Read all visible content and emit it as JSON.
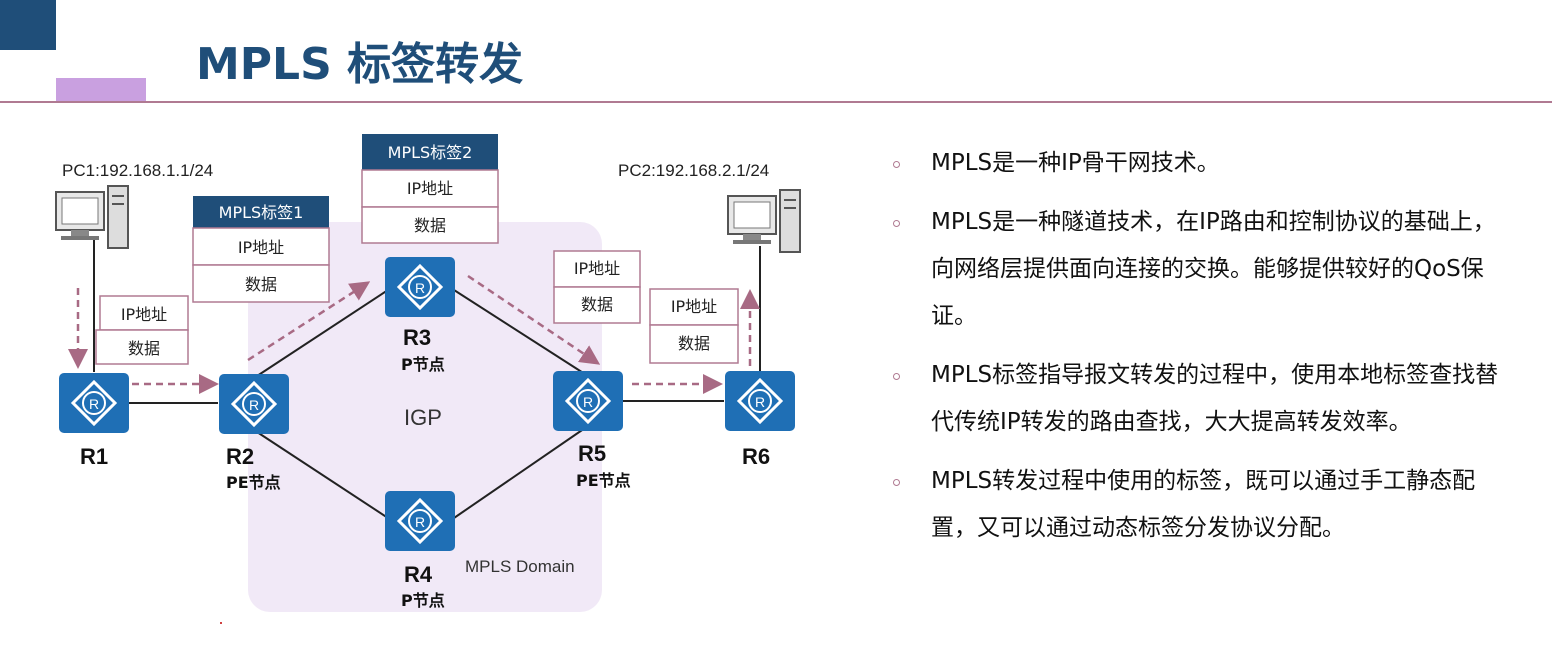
{
  "title": "MPLS 标签转发",
  "diagram": {
    "pc1_label": "PC1:192.168.1.1/24",
    "pc2_label": "PC2:192.168.2.1/24",
    "igp_label": "IGP",
    "domain_label": "MPLS Domain",
    "routers": [
      {
        "id": "R1",
        "role": ""
      },
      {
        "id": "R2",
        "role": "PE节点"
      },
      {
        "id": "R3",
        "role": "P节点"
      },
      {
        "id": "R4",
        "role": "P节点"
      },
      {
        "id": "R5",
        "role": "PE节点"
      },
      {
        "id": "R6",
        "role": ""
      }
    ],
    "router_glyph": "R",
    "packets": {
      "ingress": [
        "IP地址",
        "数据"
      ],
      "label1": [
        "MPLS标签1",
        "IP地址",
        "数据"
      ],
      "label2": [
        "MPLS标签2",
        "IP地址",
        "数据"
      ],
      "after_pop": [
        "IP地址",
        "数据"
      ],
      "egress": [
        "IP地址",
        "数据"
      ]
    },
    "colors": {
      "router": "#1f6fb5",
      "label_header": "#1f4e79",
      "arrow": "#a86a84",
      "domain": "#f1e9f7"
    }
  },
  "bullets": [
    "MPLS是一种IP骨干网技术。",
    "MPLS是一种隧道技术，在IP路由和控制协议的基础上，向网络层提供面向连接的交换。能够提供较好的QoS保证。",
    "MPLS标签指导报文转发的过程中，使用本地标签查找替代传统IP转发的路由查找，大大提高转发效率。",
    "MPLS转发过程中使用的标签，既可以通过手工静态配置，又可以通过动态标签分发协议分配。"
  ]
}
